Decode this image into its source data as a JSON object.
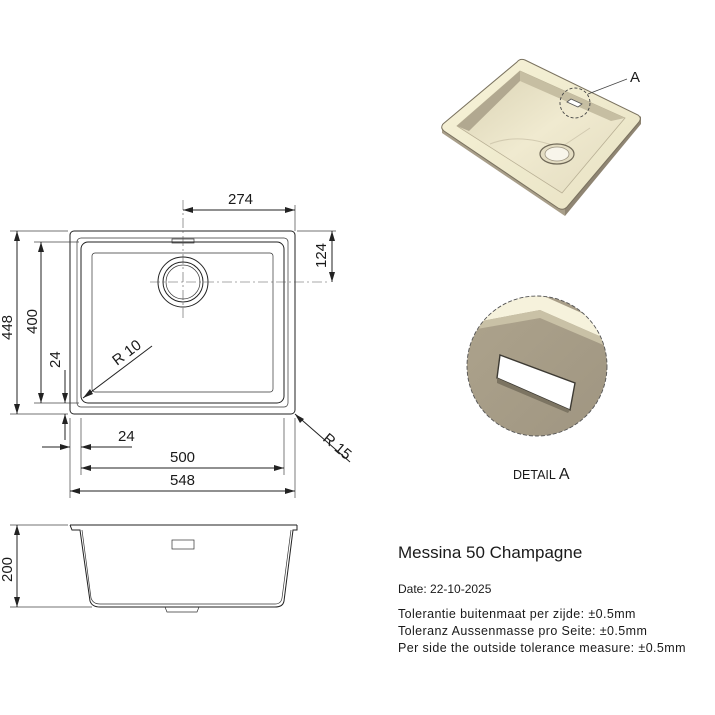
{
  "product": {
    "name": "Messina 50 Champagne",
    "date": "Date: 22-10-2025"
  },
  "tolerances": [
    "Tolerantie buitenmaat per zijde:  ±0.5mm",
    "Toleranz Aussenmasse pro Seite:  ±0.5mm",
    "Per side the outside tolerance measure:  ±0.5mm"
  ],
  "dimensions": {
    "drain_offset": "274",
    "drain_offset_vertical": "124",
    "overall_depth": "448",
    "inner_depth": "400",
    "wall_side": "24",
    "wall_bottom": "24",
    "inner_width": "500",
    "overall_width": "548",
    "inner_radius": "R 10",
    "outer_radius": "R 15",
    "height": "200"
  },
  "detail": {
    "marker": "A",
    "caption_prefix": "DETAIL",
    "caption_letter": "A"
  },
  "colors": {
    "sink_light": "#f4efcf",
    "sink_mid": "#d9d3b8",
    "sink_shadow": "#a69c88",
    "sink_dark": "#8c8270",
    "line": "#222222"
  }
}
